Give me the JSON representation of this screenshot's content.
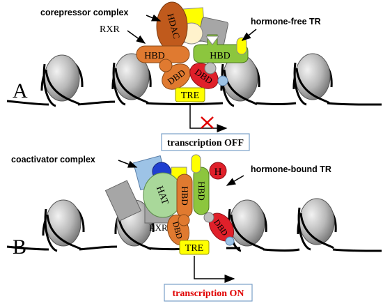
{
  "panel_a": {
    "letter": "A",
    "corepressor_label": "corepressor complex",
    "rxr_label": "RXR",
    "hormone_free_label": "hormone-free TR",
    "hdac_label": "HDAC",
    "rxr_hbd_label": "HBD",
    "tr_hbd_label": "HBD",
    "rxr_dbd_label": "DBD",
    "tr_dbd_label": "DBD",
    "tre_label": "TRE",
    "transcription_label": "transcription OFF"
  },
  "panel_b": {
    "letter": "B",
    "coactivator_label": "coactivator complex",
    "hormone_bound_label": "hormone-bound TR",
    "hat_label": "HAT",
    "rxr_hbd_label": "HBD",
    "tr_hbd_label": "HBD",
    "hormone_label": "H",
    "rxr_label": "RXR",
    "rxr_dbd_label": "DBD",
    "tr_dbd_label": "DBD",
    "tre_label": "TRE",
    "transcription_label": "transcription ON"
  },
  "colors": {
    "hdac": "#c05a1c",
    "rxr": "#e07a30",
    "tr": "#8cc63e",
    "tr_dbd": "#e0202a",
    "tre": "#ffff00",
    "hat": "#a9d89a",
    "gray": "#a6a6a6",
    "blue_light": "#9dc3e6",
    "off_text": "#000000",
    "on_text": "#e00000",
    "box_border": "#7aa0c8"
  }
}
